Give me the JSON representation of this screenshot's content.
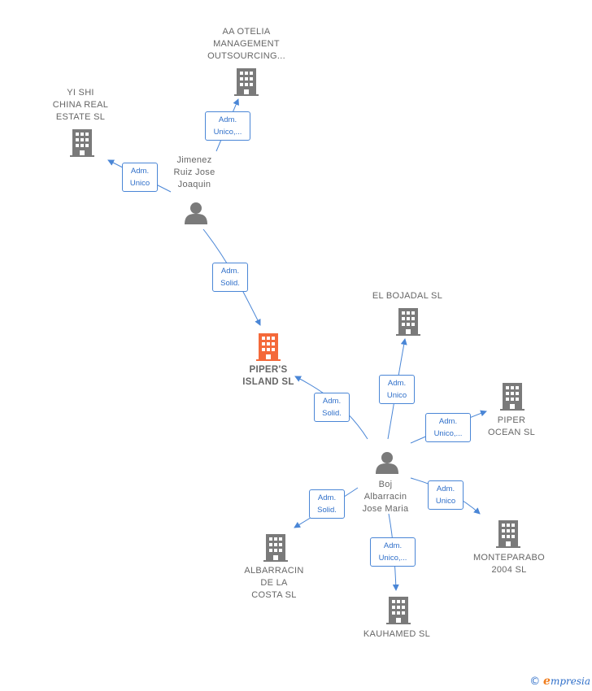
{
  "colors": {
    "edge": "#4a86d6",
    "company": "#7a7a7a",
    "focus_company": "#f4693a",
    "person": "#7a7a7a",
    "label_text": "#666666",
    "edge_label_text": "#2f6fc9"
  },
  "nodes": {
    "aa_otelia": {
      "label": "AA OTELIA\nMANAGEMENT\nOUTSOURCING...",
      "icon": "building-icon"
    },
    "yi_shi": {
      "label": "YI SHI\nCHINA REAL\nESTATE  SL",
      "icon": "building-icon"
    },
    "jimenez": {
      "label": "Jimenez\nRuiz Jose\nJoaquin",
      "icon": "person-icon"
    },
    "pipers_island": {
      "label": "PIPER'S\nISLAND  SL",
      "icon": "building-icon",
      "focus": true
    },
    "el_bojadal": {
      "label": "EL BOJADAL SL",
      "icon": "building-icon"
    },
    "piper_ocean": {
      "label": "PIPER\nOCEAN  SL",
      "icon": "building-icon"
    },
    "boj": {
      "label": "Boj\nAlbarracin\nJose Maria",
      "icon": "person-icon"
    },
    "monteparabo": {
      "label": "MONTEPARABO\n2004 SL",
      "icon": "building-icon"
    },
    "albarracin": {
      "label": "ALBARRACIN\nDE LA\nCOSTA  SL",
      "icon": "building-icon"
    },
    "kauhamed": {
      "label": "KAUHAMED  SL",
      "icon": "building-icon"
    }
  },
  "edges": {
    "jimenez_aa": "Adm.\nUnico,...",
    "jimenez_yishi": "Adm.\nUnico",
    "jimenez_pipers": "Adm.\nSolid.",
    "boj_pipers": "Adm.\nSolid.",
    "boj_bojadal": "Adm.\nUnico",
    "boj_piperocean": "Adm.\nUnico,...",
    "boj_monteparabo": "Adm.\nUnico",
    "boj_albarracin": "Adm.\nSolid.",
    "boj_kauhamed": "Adm.\nUnico,..."
  },
  "brand": {
    "copyright": "©",
    "e": "e",
    "rest": "mpresia"
  }
}
